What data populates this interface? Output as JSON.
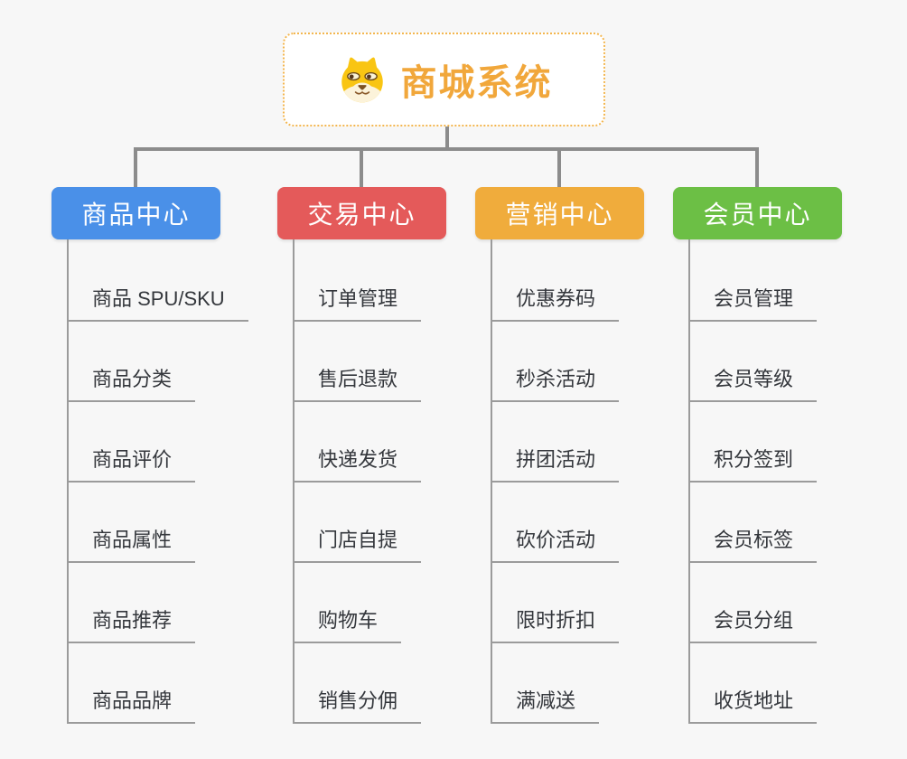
{
  "root": {
    "title": "商城系统",
    "icon": "dog-icon"
  },
  "branches": [
    {
      "label": "商品中心",
      "color": "#4a90e8",
      "children": [
        "商品 SPU/SKU",
        "商品分类",
        "商品评价",
        "商品属性",
        "商品推荐",
        "商品品牌"
      ]
    },
    {
      "label": "交易中心",
      "color": "#e45a5a",
      "children": [
        "订单管理",
        "售后退款",
        "快递发货",
        "门店自提",
        "购物车",
        "销售分佣"
      ]
    },
    {
      "label": "营销中心",
      "color": "#f0ac3c",
      "children": [
        "优惠券码",
        "秒杀活动",
        "拼团活动",
        "砍价活动",
        "限时折扣",
        "满减送"
      ]
    },
    {
      "label": "会员中心",
      "color": "#6cbf45",
      "children": [
        "会员管理",
        "会员等级",
        "积分签到",
        "会员标签",
        "会员分组",
        "收货地址"
      ]
    }
  ],
  "colors": {
    "background": "#f7f7f7",
    "connector": "#8c8c8c",
    "leaf_line": "#9b9b9b",
    "leaf_text": "#34373c",
    "root_text": "#f1a73b",
    "root_border": "#f3b64f"
  }
}
